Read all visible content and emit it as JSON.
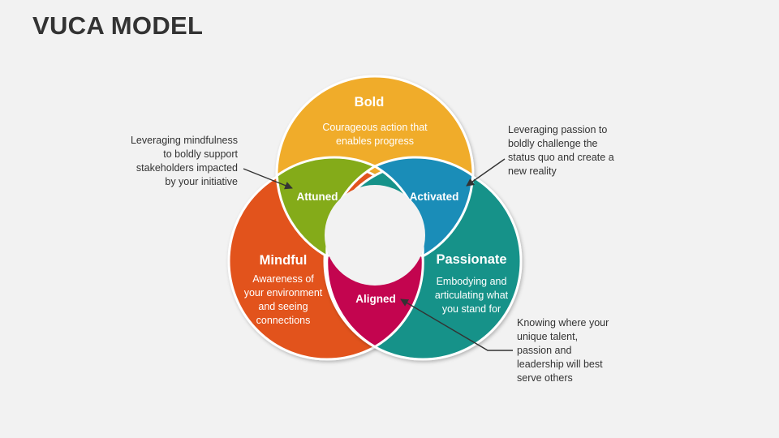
{
  "title": "VUCA MODEL",
  "colors": {
    "bold": "#f0ac2b",
    "mindful": "#e2531f",
    "passionate": "#149289",
    "attuned": "#84ab19",
    "activated": "#1a8db8",
    "aligned": "#c3054f",
    "background": "#f2f2f2"
  },
  "circles": {
    "bold": {
      "title": "Bold",
      "lines": [
        "Courageous action that",
        "enables progress"
      ]
    },
    "mindful": {
      "title": "Mindful",
      "lines": [
        "Awareness of",
        "your environment",
        "and seeing",
        "connections"
      ]
    },
    "passionate": {
      "title": "Passionate",
      "lines": [
        "Embodying and",
        "articulating what",
        "you stand for"
      ]
    }
  },
  "overlaps": {
    "attuned": "Attuned",
    "activated": "Activated",
    "aligned": "Aligned"
  },
  "callouts": {
    "attuned": [
      "Leveraging mindfulness",
      "to boldly support",
      "stakeholders impacted",
      "by your initiative"
    ],
    "activated": [
      "Leveraging passion to",
      "boldly challenge the",
      "status quo and create a",
      "new reality"
    ],
    "aligned": [
      "Knowing where your",
      "unique talent,",
      "passion and",
      "leadership will best",
      "serve others"
    ]
  }
}
